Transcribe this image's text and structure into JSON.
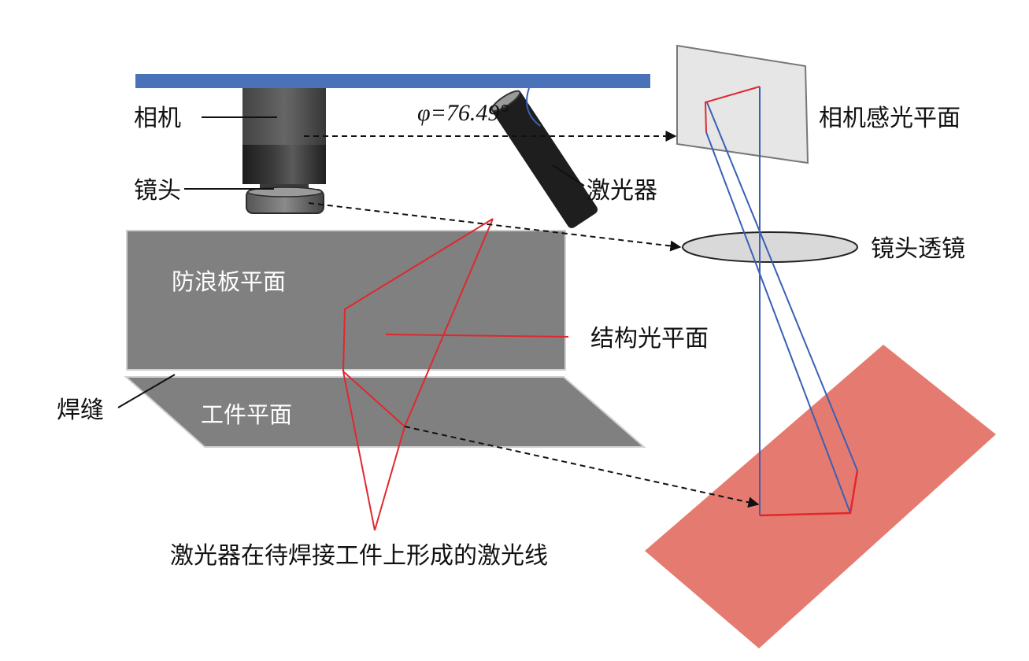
{
  "labels": {
    "camera": "相机",
    "lens": "镜头",
    "laser": "激光器",
    "angle": "φ=76.49°",
    "camera_sensor_plane": "相机感光平面",
    "lens_optic": "镜头透镜",
    "wave_plate_plane": "防浪板平面",
    "structured_light_plane": "结构光平面",
    "weld_seam": "焊缝",
    "workpiece_plane": "工件平面",
    "laser_line": "激光器在待焊接工件上形成的激光线"
  },
  "colors": {
    "mount_bar": "#4a72b8",
    "camera_body": "#2b2b2b",
    "plates": "#808080",
    "laser_body": "#1e1e1e",
    "laser_ray": "#e0282e",
    "optical_ray": "#3a5fb5",
    "sensor_plane": "#e6e6e6",
    "lens_optic": "#d9d9d9",
    "image_plane": "#e57b70"
  }
}
